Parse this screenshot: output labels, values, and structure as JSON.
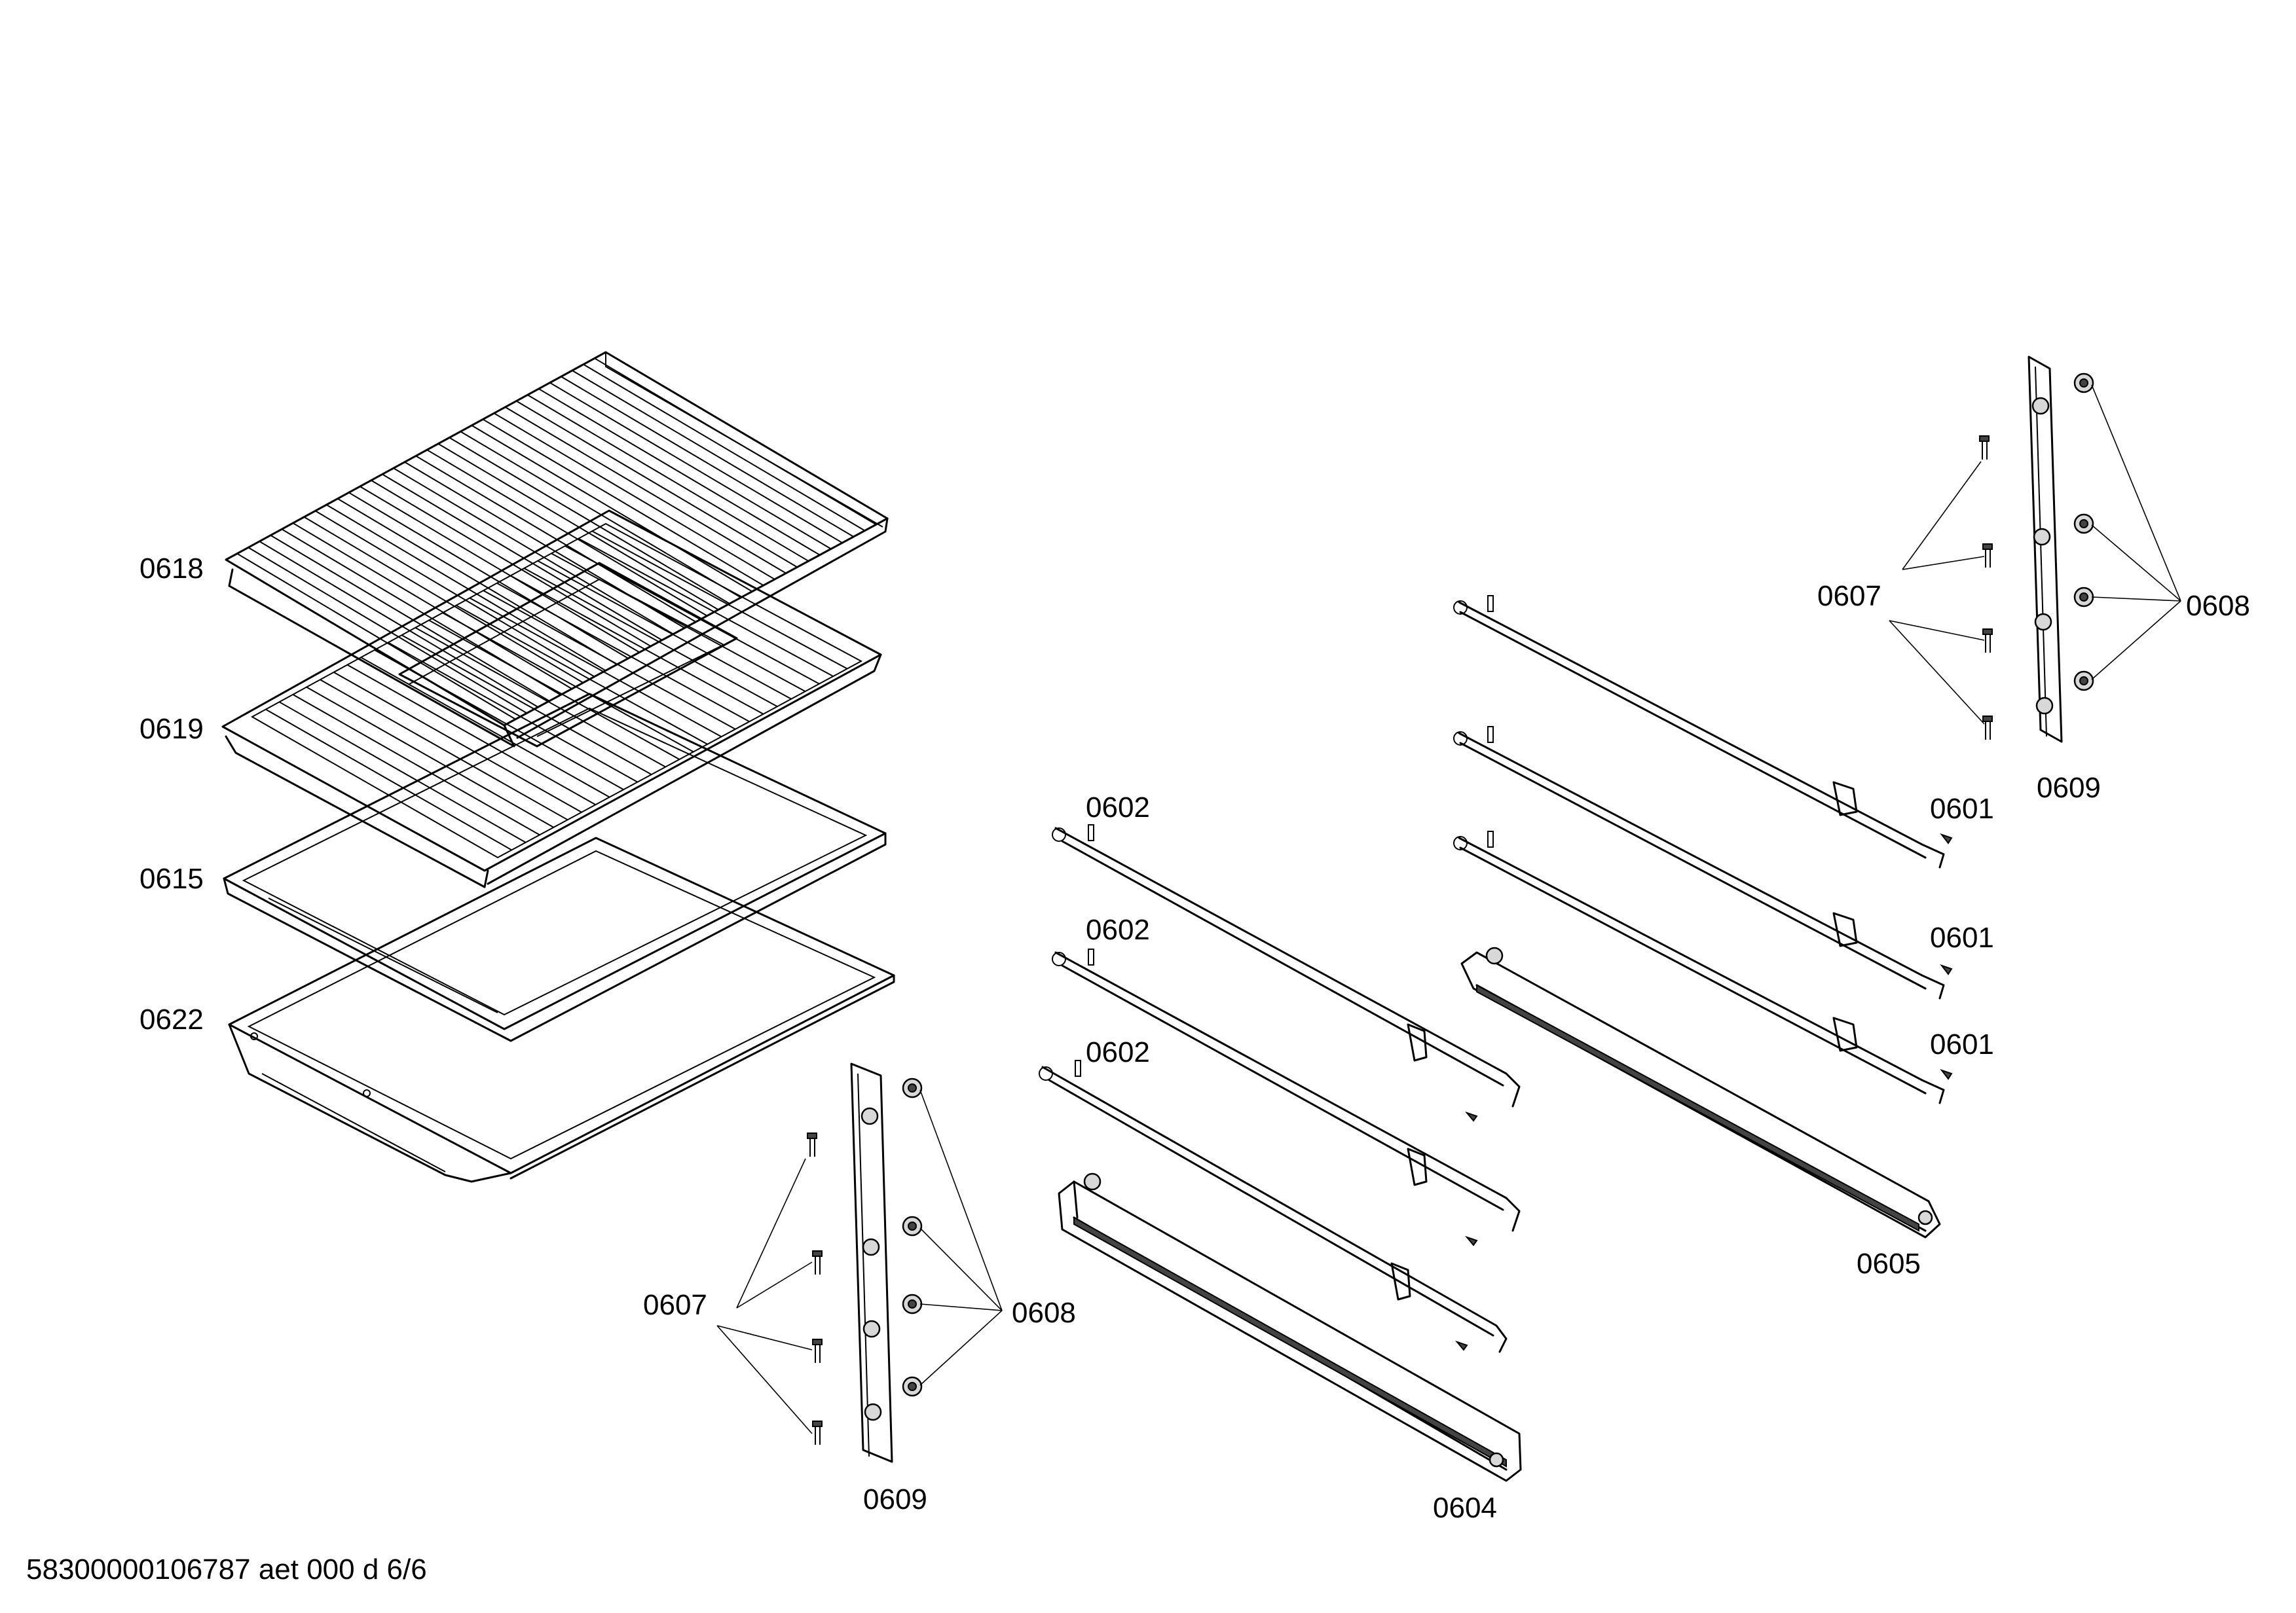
{
  "document_code": "58300000106787 aet 000 d 6/6",
  "labels": {
    "l0618": "0618",
    "l0619": "0619",
    "l0615": "0615",
    "l0622": "0622",
    "l0602_a": "0602",
    "l0602_b": "0602",
    "l0602_c": "0602",
    "l0601_a": "0601",
    "l0601_b": "0601",
    "l0601_c": "0601",
    "l0607_left": "0607",
    "l0608_left": "0608",
    "l0609_left": "0609",
    "l0607_right": "0607",
    "l0608_right": "0608",
    "l0609_right": "0609",
    "l0604": "0604",
    "l0605": "0605"
  }
}
